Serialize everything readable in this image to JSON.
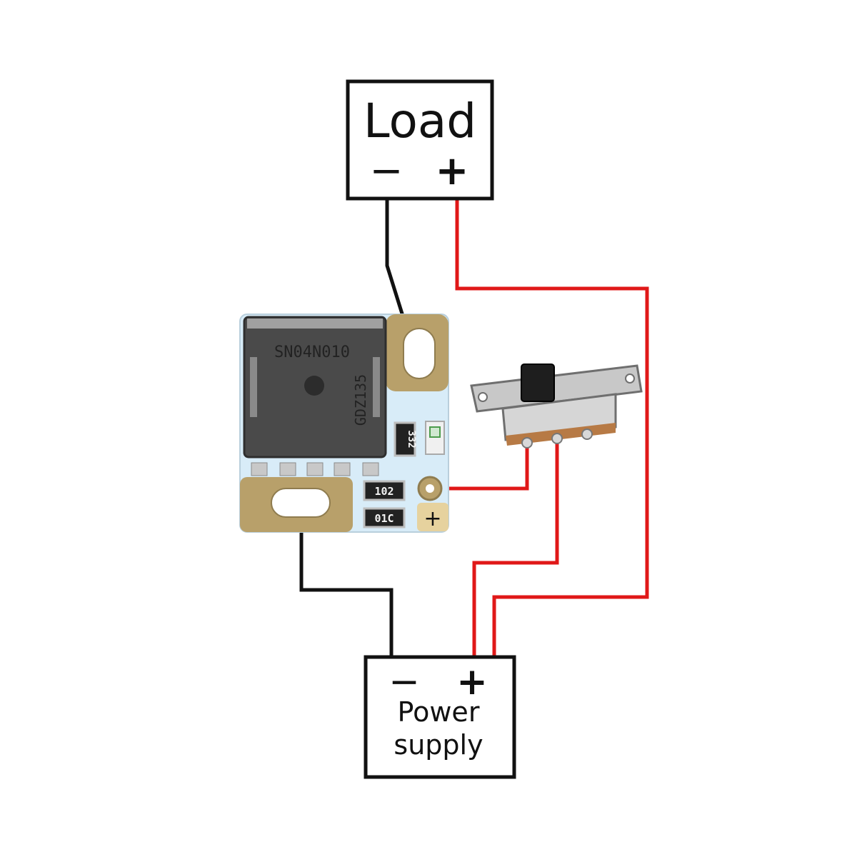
{
  "load": {
    "title": "Load",
    "minus": "−",
    "plus": "+"
  },
  "power_supply": {
    "minus": "−",
    "plus": "+",
    "line1": "Power",
    "line2": "supply"
  },
  "module": {
    "mosfet_marking": "SN04N010",
    "date_code": "GDZ135",
    "resistor_top": "332",
    "resistor_mid": "102",
    "resistor_bot": "01C",
    "plus_pad": "+"
  },
  "colors": {
    "wire_negative": "#111111",
    "wire_positive": "#e01818",
    "pcb_body": "#d8ecf8",
    "pcb_gold": "#b8a06a",
    "mosfet": "#4a4a4a"
  },
  "icons": {
    "switch": "slide-switch-icon"
  }
}
